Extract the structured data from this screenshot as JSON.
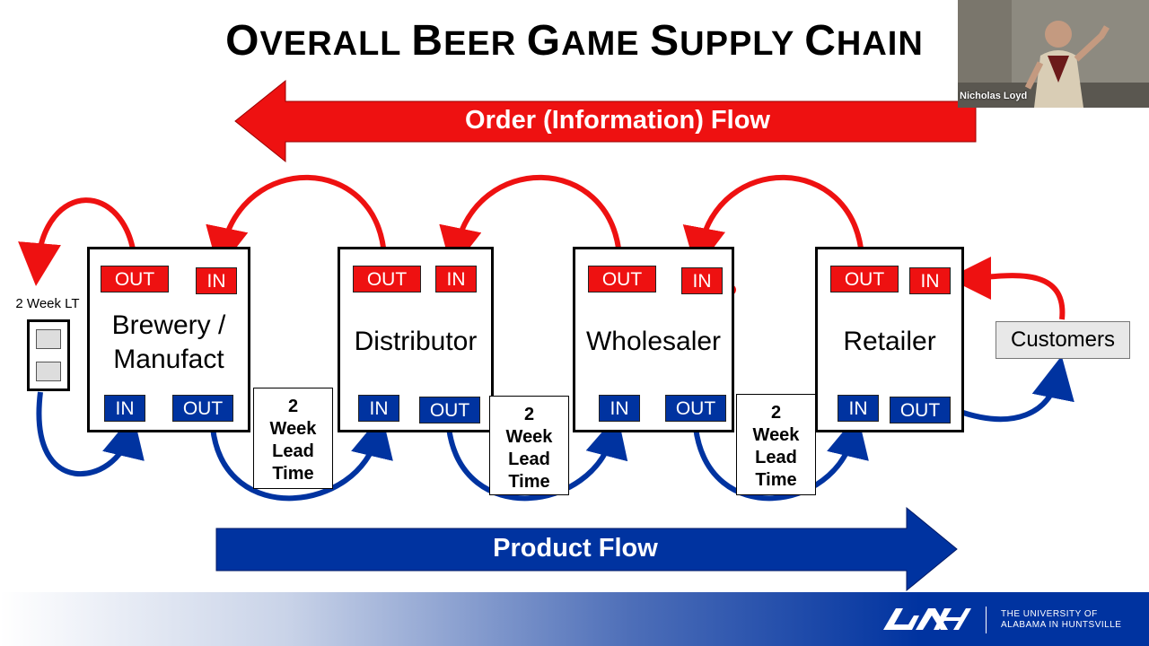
{
  "title": "Overall Beer Game Supply Chain",
  "order_flow_label": "Order (Information) Flow",
  "product_flow_label": "Product Flow",
  "lead_time_label": "2 Week LT",
  "nodes": [
    {
      "name": "Brewery / Manufact",
      "line1": "Brewery /",
      "line2": "Manufact"
    },
    {
      "name": "Distributor"
    },
    {
      "name": "Wholesaler"
    },
    {
      "name": "Retailer"
    }
  ],
  "tags": {
    "out": "OUT",
    "in": "IN"
  },
  "lead_boxes": [
    {
      "l1": "2",
      "l2": "Week",
      "l3": "Lead",
      "l4": "Time"
    },
    {
      "l1": "2",
      "l2": "Week",
      "l3": "Lead",
      "l4": "Time"
    },
    {
      "l1": "2",
      "l2": "Week",
      "l3": "Lead",
      "l4": "Time"
    }
  ],
  "customers": "Customers",
  "webcam_name": "Nicholas Loyd",
  "footer": {
    "line1": "THE UNIVERSITY OF",
    "line2": "ALABAMA IN HUNTSVILLE"
  },
  "colors": {
    "order": "#ee1111",
    "product": "#0033a0"
  }
}
